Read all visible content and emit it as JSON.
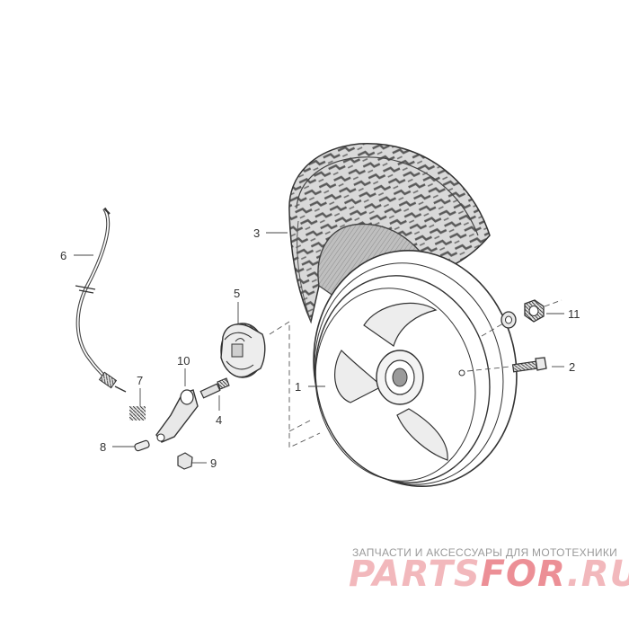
{
  "diagram": {
    "parts": [
      {
        "id": "1",
        "label": "1"
      },
      {
        "id": "2",
        "label": "2"
      },
      {
        "id": "3",
        "label": "3"
      },
      {
        "id": "4",
        "label": "4"
      },
      {
        "id": "5",
        "label": "5"
      },
      {
        "id": "6",
        "label": "6"
      },
      {
        "id": "7",
        "label": "7"
      },
      {
        "id": "8",
        "label": "8"
      },
      {
        "id": "9",
        "label": "9"
      },
      {
        "id": "10",
        "label": "10"
      },
      {
        "id": "11",
        "label": "11"
      }
    ]
  },
  "watermark": {
    "tagline": "ЗАПЧАСТИ И АКСЕССУАРЫ ДЛЯ МОТОТЕХНИКИ",
    "logo_main": "PARTS",
    "logo_accent": "FOR",
    "logo_suffix": ".RU",
    "logo_color": "#f2b8bc",
    "logo_accent_color": "#ec8f96"
  }
}
